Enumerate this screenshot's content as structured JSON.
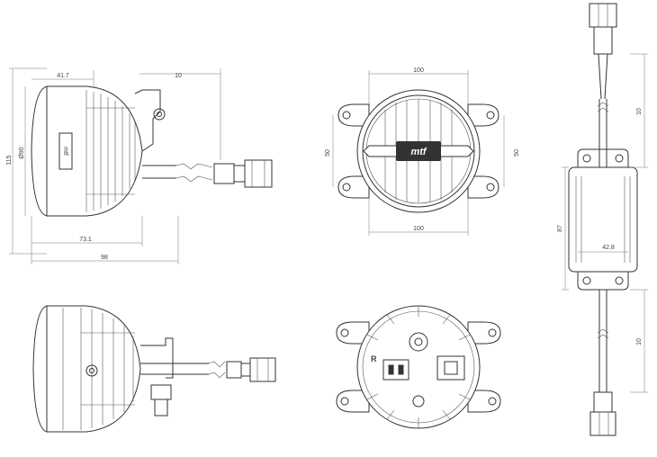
{
  "dimensions": {
    "side_depth_front": "41.7",
    "side_bracket_length": "10",
    "side_height_total": "115",
    "side_lens_diameter": "Ø90",
    "side_body_depth": "73.1",
    "side_total_depth": "98",
    "front_width_top": "100",
    "front_width_bottom": "100",
    "front_height_left": "50",
    "front_height_right": "50",
    "driver_upper_cable": "10",
    "driver_height": "87",
    "driver_width": "42.8",
    "driver_lower_cable": "10"
  },
  "labels": {
    "brand_logo": "mtf",
    "rear_side_marker": "R"
  }
}
